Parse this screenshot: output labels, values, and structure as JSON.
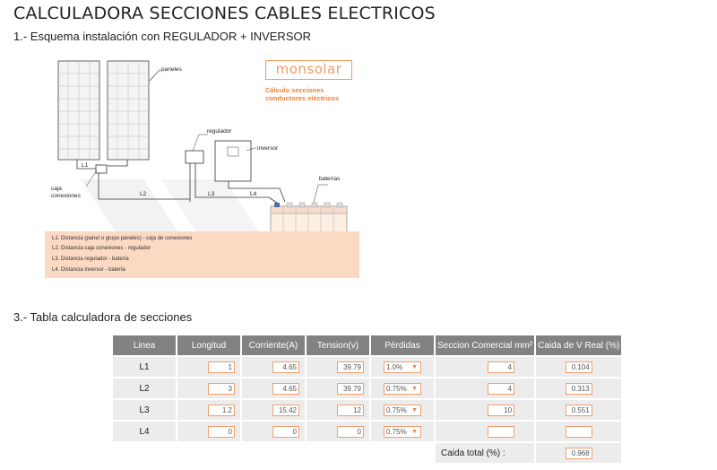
{
  "title": "CALCULADORA SECCIONES CABLES ELECTRICOS",
  "section1_title": "1.- Esquema instalación con REGULADOR + INVERSOR",
  "section3_title": "3.- Tabla calculadora de secciones",
  "diagram": {
    "logo": "monsolar",
    "logo_sub1": "Cálculo secciones",
    "logo_sub2": "conductores eléctricos",
    "labels": {
      "paneles": "paneles",
      "regulador": "regulador",
      "inversor": "inversor",
      "baterias": "baterías",
      "caja1": "caja",
      "caja2": "conexiones",
      "L1": "L1",
      "L2": "L2",
      "L3": "L3",
      "L4": "L4"
    },
    "legend": [
      "L1. Distancia  (panel o grupo paneles) - caja de conexiones",
      "L2. Distancia caja conexiones - regulador",
      "L3. Distancia regulador - batería",
      "L4. Distancia inversor - batería"
    ]
  },
  "table": {
    "headers": [
      "Linea",
      "Longitud",
      "Corriente(A)",
      "Tension(v)",
      "Pérdidas",
      "Seccion Comercial mm²",
      "Caida de V Real (%)"
    ],
    "rows": [
      {
        "linea": "L1",
        "longitud": "1",
        "corriente": "4.65",
        "tension": "39.79",
        "perdidas": "1.0%",
        "seccion": "4",
        "caida": "0.104"
      },
      {
        "linea": "L2",
        "longitud": "3",
        "corriente": "4.65",
        "tension": "39.79",
        "perdidas": "0.75%",
        "seccion": "4",
        "caida": "0.313"
      },
      {
        "linea": "L3",
        "longitud": "1.2",
        "corriente": "15.42",
        "tension": "12",
        "perdidas": "0.75%",
        "seccion": "10",
        "caida": "0.551"
      },
      {
        "linea": "L4",
        "longitud": "0",
        "corriente": "0",
        "tension": "0",
        "perdidas": "0.75%",
        "seccion": "",
        "caida": ""
      }
    ],
    "caida_total_label": "Caida total (%) :",
    "caida_total_value": "0.968"
  }
}
